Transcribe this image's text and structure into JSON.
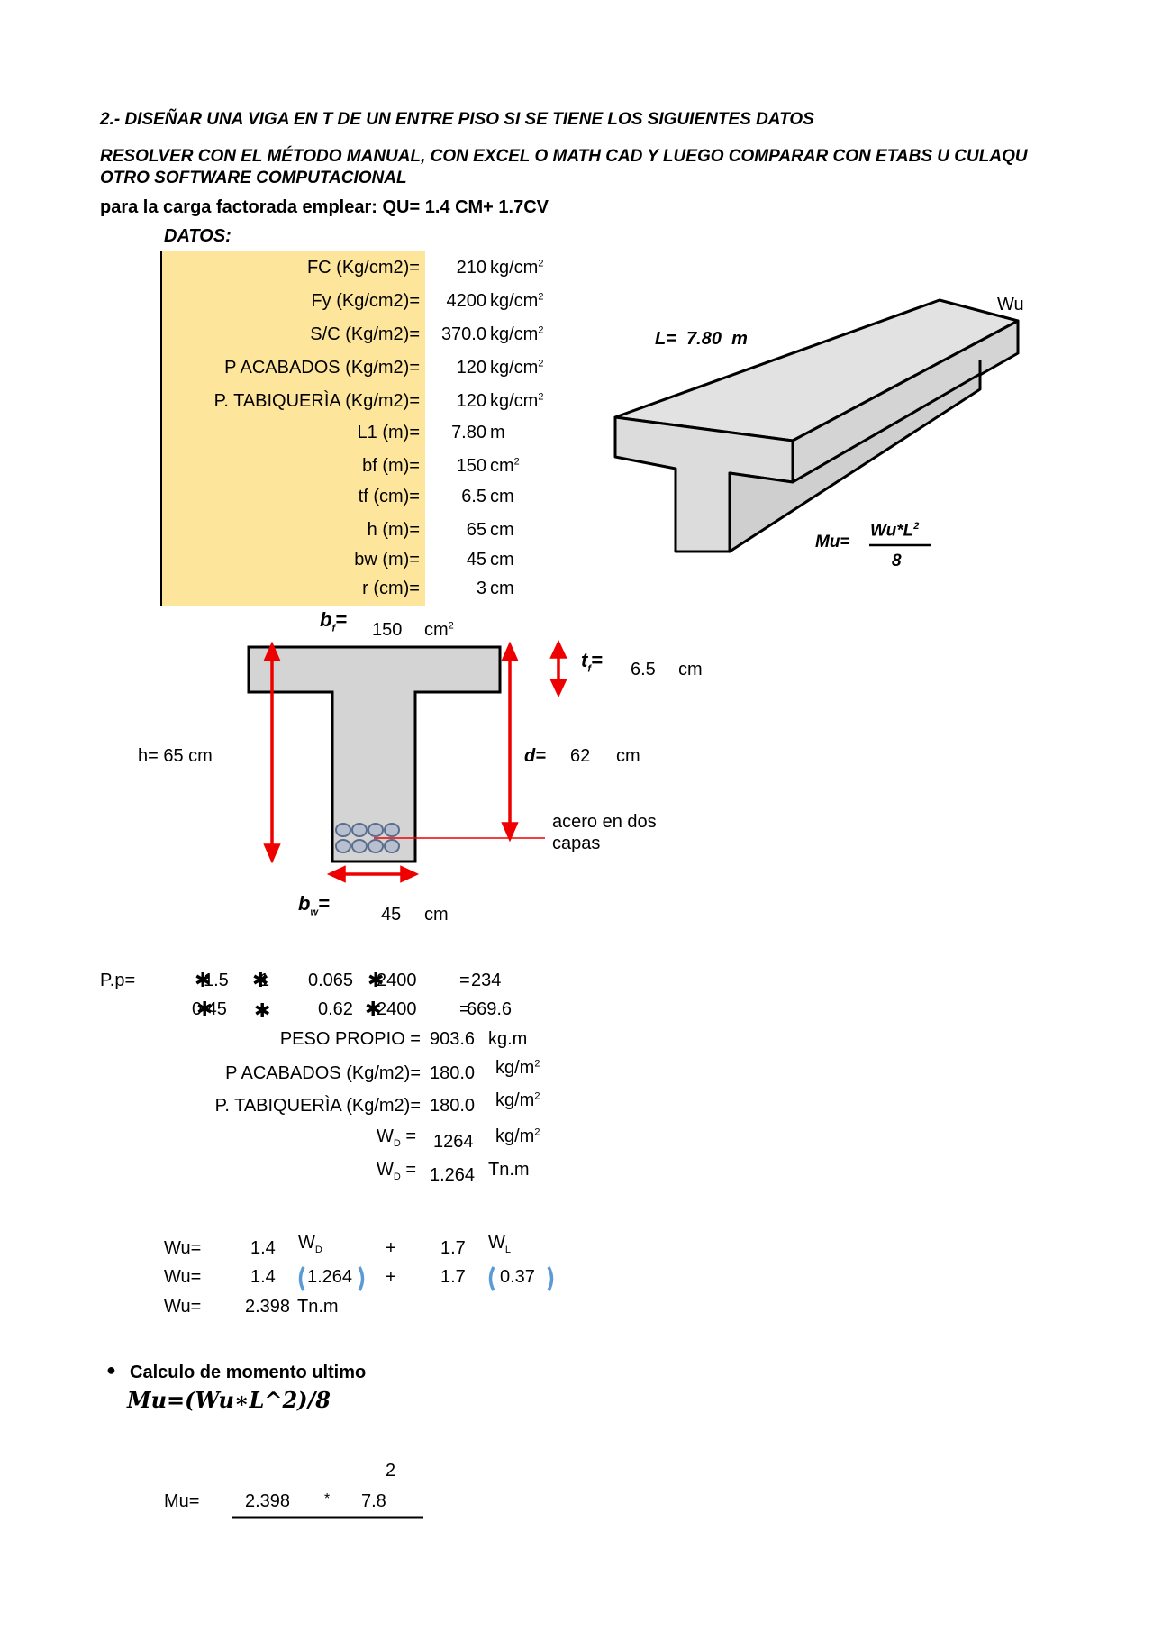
{
  "heading": {
    "line1": "2.- DISEÑAR UNA VIGA EN T DE UN ENTRE PISO SI SE TIENE LOS SIGUIENTES DATOS",
    "line2": "RESOLVER CON EL MÉTODO MANUAL, CON EXCEL O MATH CAD Y LUEGO COMPARAR CON ETABS U CULAQU",
    "line3": "OTRO SOFTWARE COMPUTACIONAL",
    "line4": "para la carga factorada emplear:  QU= 1.4 CM+ 1.7CV",
    "datos": "DATOS:"
  },
  "datos": [
    {
      "label": "FC (Kg/cm2)=",
      "value": "210",
      "unit": "kg/cm",
      "sup": "2"
    },
    {
      "label": "Fy (Kg/cm2)=",
      "value": "4200",
      "unit": "kg/cm",
      "sup": "2"
    },
    {
      "label": "S/C (Kg/m2)=",
      "value": "370.0",
      "unit": "kg/cm",
      "sup": "2"
    },
    {
      "label": "P ACABADOS (Kg/m2)=",
      "value": "120",
      "unit": "kg/cm",
      "sup": "2"
    },
    {
      "label": "P. TABIQUERÌA (Kg/m2)=",
      "value": "120",
      "unit": "kg/cm",
      "sup": "2"
    },
    {
      "label": "L1 (m)=",
      "value": "7.80",
      "unit": "m",
      "sup": ""
    },
    {
      "label": "bf  (m)=",
      "value": "150",
      "unit": "cm",
      "sup": "2"
    },
    {
      "label": "tf (cm)=",
      "value": "6.5",
      "unit": "cm",
      "sup": ""
    },
    {
      "label": "h (m)=",
      "value": "65",
      "unit": "cm",
      "sup": ""
    },
    {
      "label": "bw (m)=",
      "value": "45",
      "unit": "cm",
      "sup": ""
    },
    {
      "label": "r (cm)=",
      "value": "3",
      "unit": "cm",
      "sup": ""
    }
  ],
  "beam3d": {
    "wu": "Wu",
    "l_label": "L=",
    "l_value": "7.80",
    "l_unit": "m",
    "mu": "Mu=",
    "mu_num": "Wu*L",
    "mu_sup": "2",
    "mu_den": "8"
  },
  "section": {
    "bf_label": "b",
    "bf_sub": "f",
    "bf_eq": "=",
    "bf_value": "150",
    "bf_unit": "cm",
    "bf_sup": "2",
    "tf_label": "t",
    "tf_sub": "f",
    "tf_eq": "=",
    "tf_value": "6.5",
    "tf_unit": "cm",
    "h_text": "h= 65 cm",
    "d_label": "d=",
    "d_value": "62",
    "d_unit": "cm",
    "steel_line1": "acero en dos",
    "steel_line2": "capas",
    "bw_label": "b",
    "bw_sub": "w",
    "bw_eq": "=",
    "bw_value": "45",
    "bw_unit": "cm"
  },
  "pp": {
    "label": "P.p=",
    "row1": [
      "1.5",
      "1",
      "0.065",
      "2400",
      "234"
    ],
    "row2": [
      "0.45",
      "0.62",
      "2400",
      "669.6"
    ],
    "star": "✱",
    "eq": "=",
    "peso_label": "PESO PROPIO =",
    "peso_value": "903.6",
    "peso_unit": "kg.m",
    "acab_label": "P ACABADOS (Kg/m2)=",
    "acab_value": "180.0",
    "acab_unit": "kg/m",
    "tab_label": "P. TABIQUERÌA (Kg/m2)=",
    "tab_value": "180.0",
    "tab_unit": "kg/m",
    "wd_label": "W",
    "wd_sub": "D",
    "wd_eq": "=",
    "wd1_value": "1264",
    "wd1_unit": "kg/m",
    "wd2_value": "1.264",
    "wd2_unit": "Tn.m",
    "sup2": "2"
  },
  "wu": {
    "label": "Wu=",
    "c1": "1.4",
    "c2": "1.7",
    "plus": "+",
    "w": "W",
    "wd_sub": "D",
    "wl_sub": "L",
    "v1": "1.264",
    "v2": "0.37",
    "result": "2.398",
    "result_unit": "Tn.m"
  },
  "moment": {
    "title": "Calculo de momento ultimo",
    "formula": "Mu=(Wu∗L^2)/8",
    "exp": "2",
    "label": "Mu=",
    "a": "2.398",
    "op": "*",
    "b": "7.8"
  }
}
